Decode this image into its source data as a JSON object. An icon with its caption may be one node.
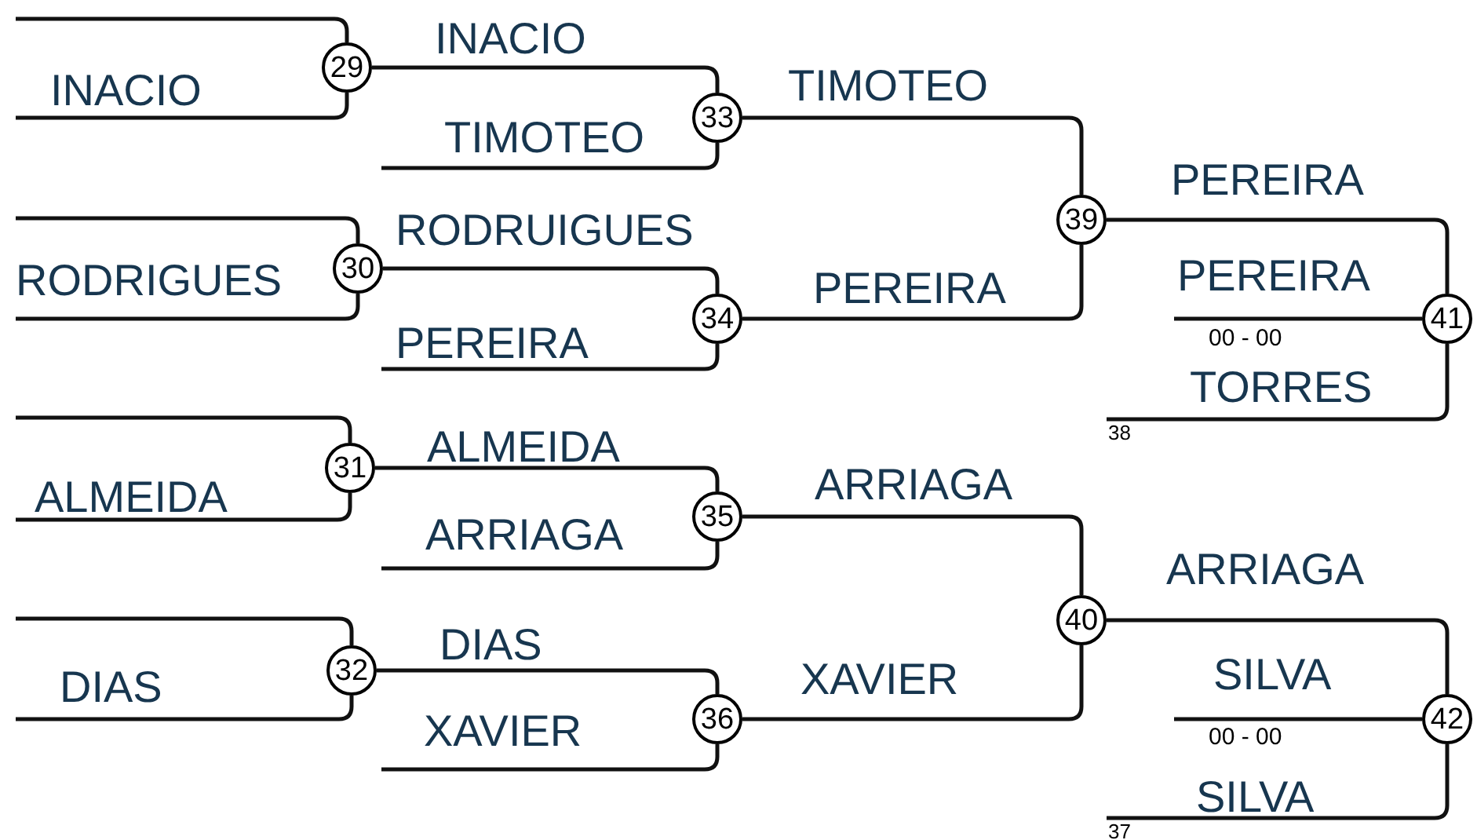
{
  "diagram": {
    "nodes": [
      {
        "text": [
          "29"
        ]
      },
      {
        "text": [
          "30"
        ]
      },
      {
        "text": [
          "31"
        ]
      },
      {
        "text": [
          "32"
        ]
      },
      {
        "text": [
          "33"
        ]
      },
      {
        "text": [
          "34"
        ]
      },
      {
        "text": [
          "35"
        ]
      },
      {
        "text": [
          "36"
        ]
      },
      {
        "text": [
          "39"
        ]
      },
      {
        "text": [
          "40"
        ]
      },
      {
        "text": [
          "41"
        ]
      },
      {
        "text": [
          "42"
        ]
      },
      {
        "text": [
          "38"
        ]
      },
      {
        "text": [
          "37"
        ]
      }
    ],
    "edges": [
      {
        "from": null,
        "to": 0,
        "arrow": "none"
      },
      {
        "from": null,
        "to": 0,
        "arrow": "none",
        "label": "INACIO"
      },
      {
        "from": null,
        "to": 1,
        "arrow": "none"
      },
      {
        "from": null,
        "to": 1,
        "arrow": "none",
        "label": "RODRIGUES"
      },
      {
        "from": null,
        "to": 2,
        "arrow": "none"
      },
      {
        "from": null,
        "to": 2,
        "arrow": "none",
        "label": "ALMEIDA"
      },
      {
        "from": null,
        "to": 3,
        "arrow": "none"
      },
      {
        "from": null,
        "to": 3,
        "arrow": "none",
        "label": "DIAS"
      },
      {
        "from": 0,
        "to": 4,
        "arrow": "none",
        "label": "INACIO"
      },
      {
        "from": null,
        "to": 4,
        "arrow": "none",
        "label": "TIMOTEO"
      },
      {
        "from": 1,
        "to": 5,
        "arrow": "none",
        "label": "RODRUIGUES"
      },
      {
        "from": null,
        "to": 5,
        "arrow": "none",
        "label": "PEREIRA"
      },
      {
        "from": 2,
        "to": 6,
        "arrow": "none",
        "label": "ALMEIDA"
      },
      {
        "from": null,
        "to": 6,
        "arrow": "none",
        "label": "ARRIAGA"
      },
      {
        "from": 3,
        "to": 7,
        "arrow": "none",
        "label": "DIAS"
      },
      {
        "from": null,
        "to": 7,
        "arrow": "none",
        "label": "XAVIER"
      },
      {
        "from": 4,
        "to": 8,
        "arrow": "none",
        "label": "TIMOTEO"
      },
      {
        "from": 5,
        "to": 8,
        "arrow": "none",
        "label": "PEREIRA"
      },
      {
        "from": 6,
        "to": 9,
        "arrow": "none",
        "label": "ARRIAGA"
      },
      {
        "from": 7,
        "to": 9,
        "arrow": "none",
        "label": "XAVIER"
      },
      {
        "from": 8,
        "to": 10,
        "arrow": "none",
        "label": "PEREIRA"
      },
      {
        "from": null,
        "to": 10,
        "arrow": "none",
        "label": "PEREIRA"
      },
      {
        "from": 12,
        "to": 10,
        "arrow": "none",
        "label": "TORRES"
      },
      {
        "from": 9,
        "to": 11,
        "arrow": "none",
        "label": "ARRIAGA"
      },
      {
        "from": null,
        "to": 11,
        "arrow": "none",
        "label": "SILVA"
      },
      {
        "from": 13,
        "to": 11,
        "arrow": "none",
        "label": "SILVA"
      }
    ],
    "labels": [
      "00 - 00",
      "00 - 00"
    ]
  }
}
